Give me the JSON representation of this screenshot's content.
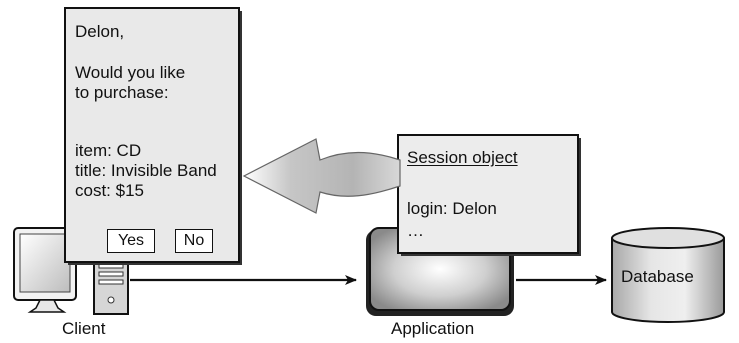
{
  "dialog": {
    "greeting": "Delon,",
    "question_line1": "Would you like",
    "question_line2": "to purchase:",
    "item": "item: CD",
    "title": "title: Invisible Band",
    "cost": "cost: $15",
    "yes_label": "Yes",
    "no_label": "No"
  },
  "session": {
    "title": "Session object",
    "login": "login: Delon",
    "more": "…"
  },
  "labels": {
    "client": "Client",
    "application": "Application",
    "database": "Database"
  }
}
